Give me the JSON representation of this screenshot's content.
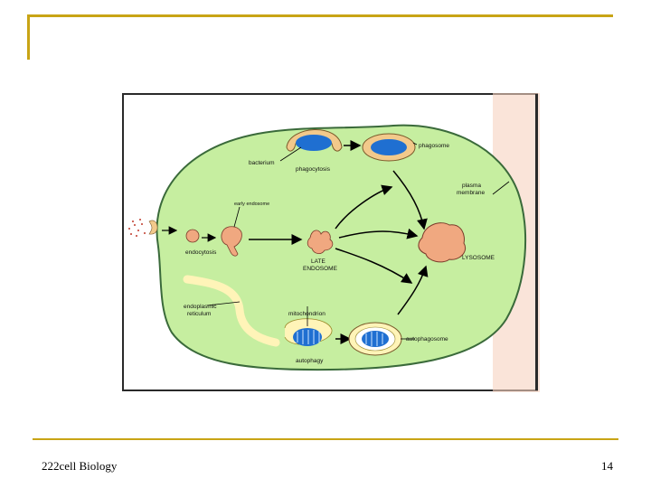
{
  "footer": {
    "course": "222cell Biology",
    "page_number": "14"
  },
  "diagram": {
    "labels": {
      "phagosome": "phagosome",
      "bacterium": "bacterium",
      "phagocytosis": "phagocytosis",
      "plasma_membrane_1": "plasma",
      "plasma_membrane_2": "membrane",
      "early_endosome": "early endosome",
      "endocytosis": "endocytosis",
      "late_endosome_1": "LATE",
      "late_endosome_2": "ENDOSOME",
      "lysosome": "LYSOSOME",
      "er_1": "endoplasmic",
      "er_2": "reticulum",
      "mitochondrion": "mitochondrion",
      "autophagosome": "autophagosome",
      "autophagy": "autophagy"
    },
    "colors": {
      "cell_fill": "#c6eea0",
      "cell_outline": "#3a6a3a",
      "vesicle_ring": "#f2c98b",
      "bacterium_fill": "#1f6fd1",
      "organelle_fill": "#f0a880",
      "dots": "#c0392b",
      "er_color": "#fff4b8"
    }
  }
}
